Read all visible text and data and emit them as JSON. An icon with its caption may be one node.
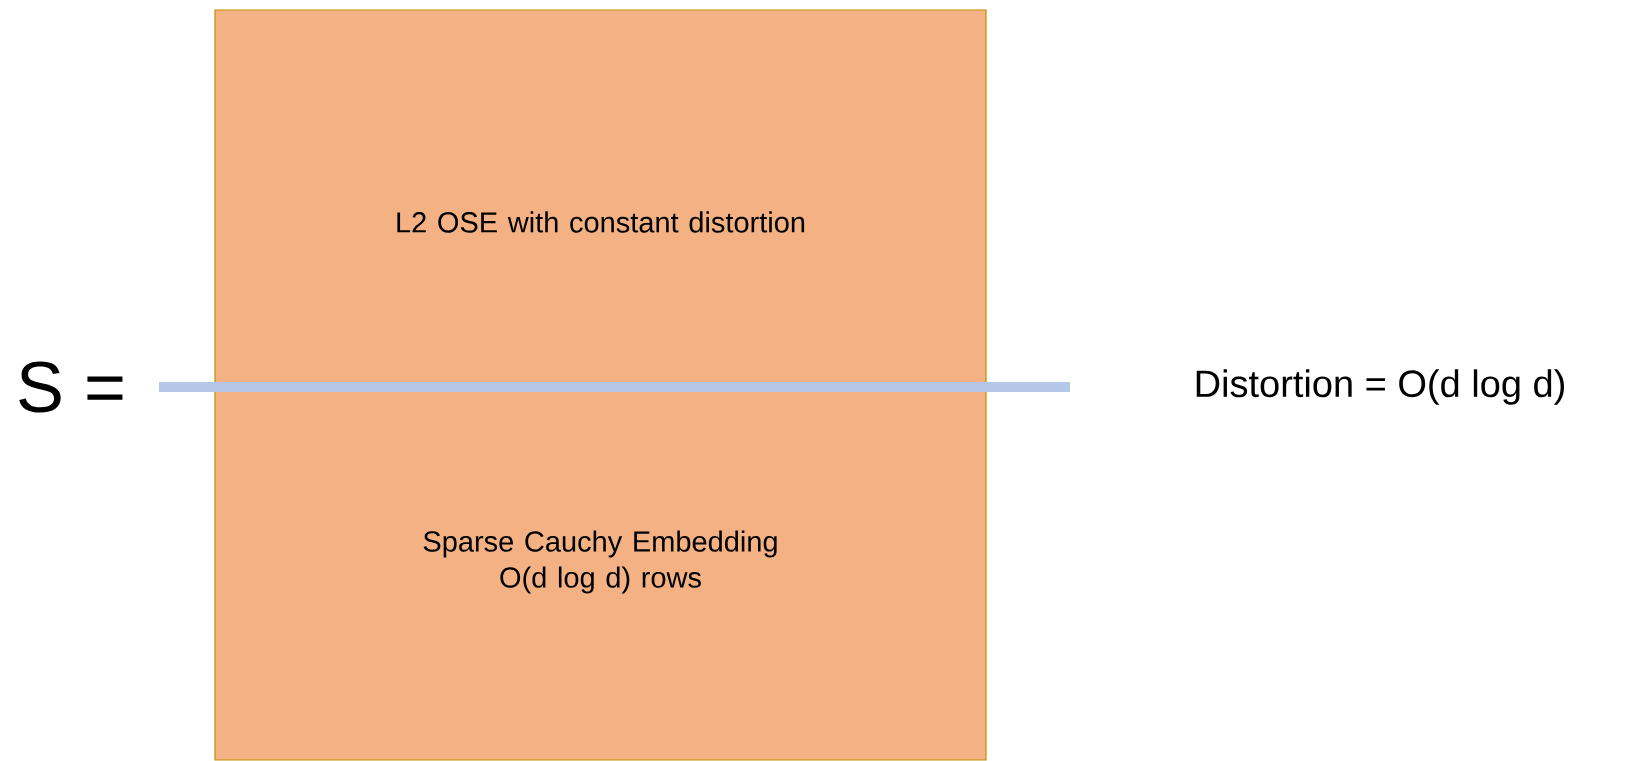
{
  "diagram": {
    "nodes": [
      {
        "text": [
          "L2 OSE with constant distortion",
          "Sparse Cauchy Embedding O(d log d) rows"
        ]
      }
    ],
    "labels": [
      "S =",
      "Distortion = O(d log d)"
    ]
  }
}
